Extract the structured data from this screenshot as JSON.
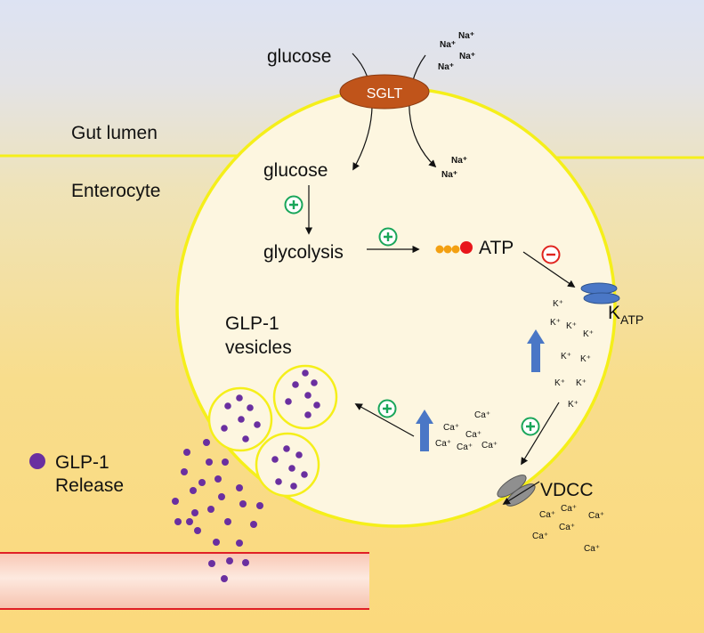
{
  "labels": {
    "gut_lumen": "Gut lumen",
    "enterocyte": "Enterocyte",
    "glucose_outside": "glucose",
    "glucose_inside": "glucose",
    "glycolysis": "glycolysis",
    "atp": "ATP",
    "sglt": "SGLT",
    "katp_main": "K",
    "katp_sub": "ATP",
    "vdcc": "VDCC",
    "glp1_vesicles_line1": "GLP-1",
    "glp1_vesicles_line2": "vesicles",
    "glp1_release_line1": "GLP-1",
    "glp1_release_line2": "Release"
  },
  "ions": {
    "sodium": "Na⁺",
    "potassium": "K⁺",
    "calcium": "Ca⁺"
  },
  "signs": {
    "plus": "+",
    "minus": "−"
  },
  "colors": {
    "lumen_top": "#dde3f3",
    "cell_bg": "#fdf6e0",
    "membrane": "#f5ef1a",
    "sglt": "#c0541a",
    "katp_channel": "#4a77c6",
    "upward_arrow": "#4a77c6",
    "vdcc": "#8f8f8f",
    "glp1_dot": "#6a2fa0",
    "atp_red": "#e8161b",
    "atp_orange": "#f3a012",
    "plus_green": "#19a65a",
    "minus_red": "#e0251f",
    "vessel_line": "#e01f26"
  }
}
